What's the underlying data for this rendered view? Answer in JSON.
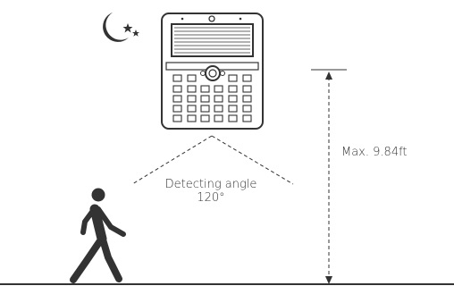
{
  "labels": {
    "detecting_angle": "Detecting angle",
    "angle_value": "120°",
    "max_height": "Max. 9.84ft"
  },
  "icons": [
    "moon-stars-icon",
    "solar-light-icon",
    "walking-person-icon",
    "double-arrow-icon"
  ],
  "colors": {
    "line": "#333333",
    "background": "#ffffff"
  }
}
